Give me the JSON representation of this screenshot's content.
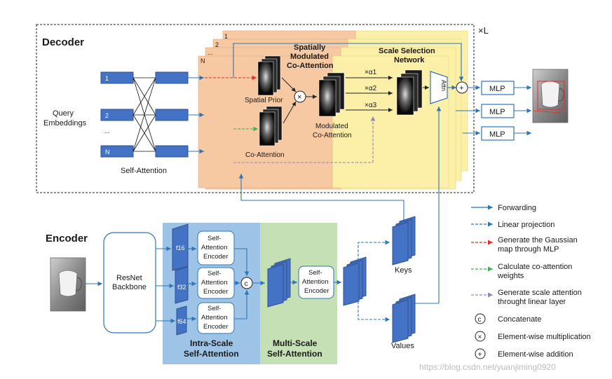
{
  "decoder": {
    "title": "Decoder",
    "repeat": "×L",
    "query_label_1": "Query",
    "query_label_2": "Embeddings",
    "query_ids": [
      "1",
      "2",
      "...",
      "N"
    ],
    "self_attention": "Self-Attention",
    "stack_labels": [
      "1",
      "2",
      "...",
      "N"
    ],
    "smca_title_1": "Spatially",
    "smca_title_2": "Modulated",
    "smca_title_3": "Co-Attention",
    "spatial_prior": "Spatial Prior",
    "co_attention": "Co-Attention",
    "modulated_1": "Modulated",
    "modulated_2": "Co-Attention",
    "multiply_symbol": "×",
    "scale_title_1": "Scale Selection",
    "scale_title_2": "Network",
    "alphas": [
      "×α1",
      "×α2",
      "×α3"
    ],
    "attn": "Attn",
    "plus_symbol": "+",
    "mlp_labels": [
      "MLP",
      "MLP",
      "MLP"
    ]
  },
  "encoder": {
    "title": "Encoder",
    "backbone_1": "ResNet",
    "backbone_2": "Backbone",
    "features": [
      "f16",
      "f32",
      "f64"
    ],
    "sae_1": "Self-",
    "sae_2": "Attention",
    "sae_3": "Encoder",
    "concat_symbol": "c",
    "intra_1": "Intra-Scale",
    "intra_2": "Self-Attention",
    "multi_1": "Multi-Scale",
    "multi_2": "Self-Attention",
    "keys": "Keys",
    "values": "Values"
  },
  "legend": {
    "forwarding": "Forwarding",
    "linear": "Linear projection",
    "gaussian_1": "Generate the Gaussian",
    "gaussian_2": "map through MLP",
    "coatt_1": "Calculate co-attention",
    "coatt_2": "weights",
    "scale_1": "Generate scale attention",
    "scale_2": "throught linear layer",
    "concat": "Concatenate",
    "mult": "Element-wise multiplication",
    "add": "Element-wise addition",
    "symbol_c": "c",
    "symbol_x": "×",
    "symbol_plus": "+"
  },
  "watermark": "https://blog.csdn.net/yuanjiming0920",
  "colors": {
    "blue_block": "#4472c4",
    "orange_panel": "#f7c9a3",
    "yellow_panel": "#fcefa8",
    "intra_bg": "#9dc3e6",
    "multi_bg": "#c5e0b4",
    "arrow_blue": "#2e75b6",
    "red_dash": "#e0302a",
    "green_dash": "#3cb44b",
    "purple_dash": "#8f86b8"
  }
}
